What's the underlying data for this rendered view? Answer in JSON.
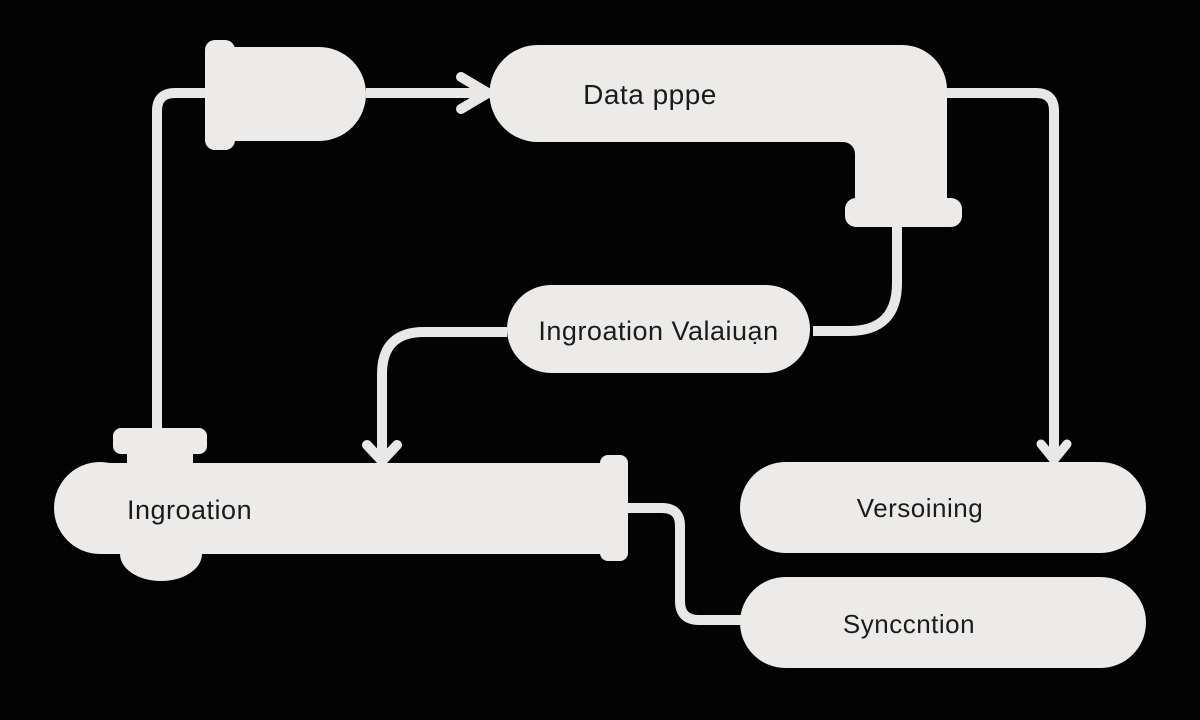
{
  "diagram": {
    "type": "flowchart",
    "background_color": "#030303",
    "shape_color": "#ECEBE9",
    "line_color": "#E9E8E6",
    "text_color": "#1B1B1B",
    "nodes": {
      "end_cap": {
        "label": "",
        "shape": "pipe-end-cap"
      },
      "data_pipe": {
        "label": "Data pppe",
        "shape": "elbow-pipe"
      },
      "validation": {
        "label": "Ingroation Valaiuạn",
        "shape": "pill"
      },
      "ingestion": {
        "label": "Ingroation",
        "shape": "horizontal-pipe-with-valve"
      },
      "versioning": {
        "label": "Versoining",
        "shape": "pill"
      },
      "sync": {
        "label": "Synccntion",
        "shape": "pill"
      }
    },
    "edges": [
      {
        "from": "end_cap",
        "to": "data_pipe",
        "arrow": true
      },
      {
        "from": "end_cap",
        "to": "ingestion",
        "arrow": false
      },
      {
        "from": "data_pipe",
        "to": "versioning",
        "arrow": true
      },
      {
        "from": "data_pipe",
        "to": "validation",
        "arrow": false
      },
      {
        "from": "validation",
        "to": "ingestion",
        "arrow": true
      },
      {
        "from": "ingestion",
        "to": "sync",
        "arrow": false
      }
    ]
  }
}
